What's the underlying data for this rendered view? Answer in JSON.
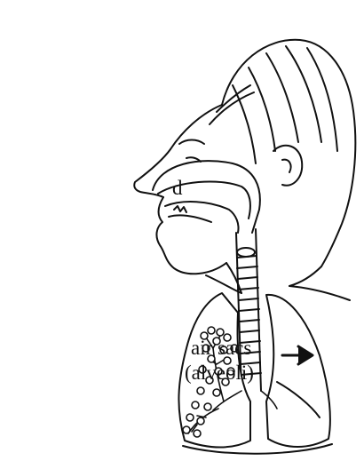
{
  "labels": {
    "cutoff": "d",
    "air_sacs_line1": "air sacs",
    "air_sacs_line2": "(alveoli)"
  },
  "colors": {
    "ink": "#111111",
    "lung_fill": "#ffffff",
    "background": "#ffffff"
  }
}
